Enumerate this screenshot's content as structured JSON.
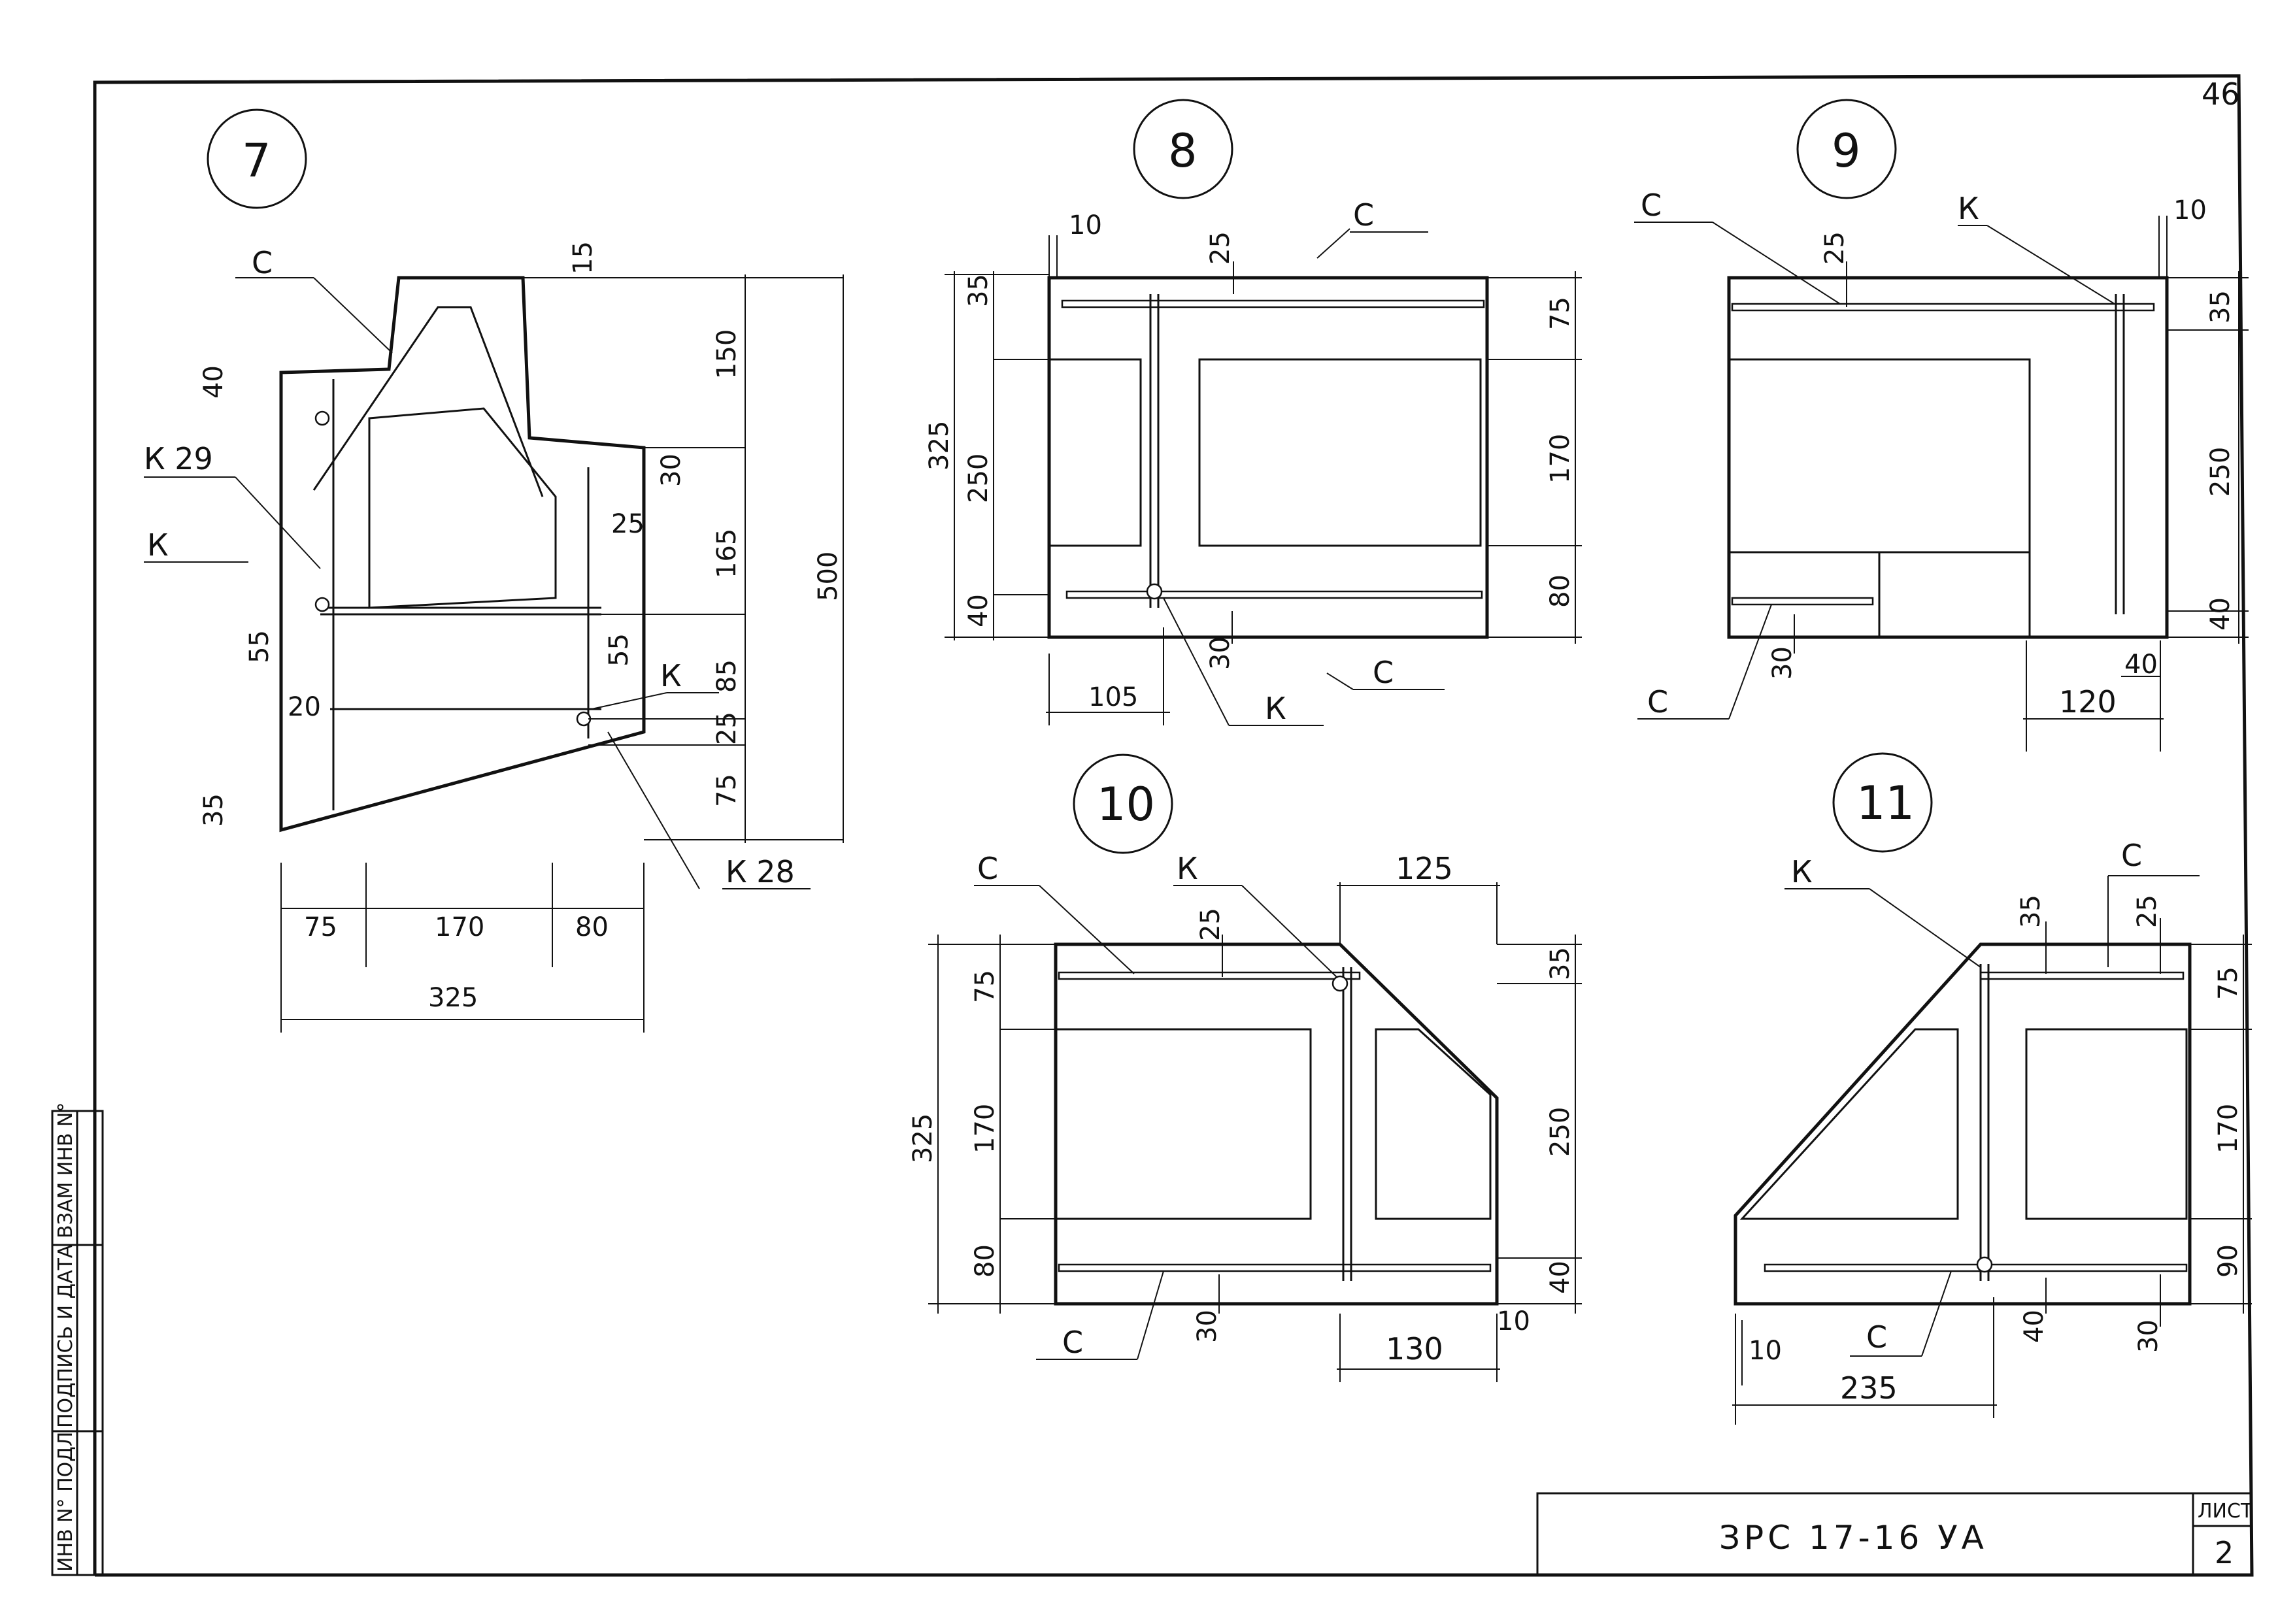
{
  "sheet": {
    "page_number": "46",
    "doc_code": "ЗРС 17-16 УА",
    "sheet_label": "ЛИСТ",
    "sheet_number": "2",
    "stamp": [
      "ИНВ N° ПОДЛ",
      "ПОДПИСЬ И ДАТА",
      "ВЗАМ ИНВ N°"
    ]
  },
  "details": [
    {
      "id": "7",
      "labels": [
        "С",
        "К 29",
        "К",
        "К",
        "К 28"
      ],
      "dims": [
        "15",
        "40",
        "150",
        "30",
        "25",
        "165",
        "500",
        "85",
        "25",
        "75",
        "20",
        "35",
        "55",
        "55",
        "75",
        "170",
        "80",
        "325"
      ]
    },
    {
      "id": "8",
      "labels": [
        "С",
        "К",
        "С"
      ],
      "dims": [
        "10",
        "25",
        "35",
        "325",
        "250",
        "40",
        "75",
        "170",
        "80",
        "105",
        "30"
      ]
    },
    {
      "id": "9",
      "labels": [
        "С",
        "К",
        "С"
      ],
      "dims": [
        "10",
        "25",
        "35",
        "250",
        "40",
        "40",
        "30",
        "120"
      ]
    },
    {
      "id": "10",
      "labels": [
        "С",
        "К",
        "С"
      ],
      "dims": [
        "125",
        "25",
        "75",
        "325",
        "170",
        "80",
        "35",
        "250",
        "40",
        "30",
        "130",
        "10"
      ]
    },
    {
      "id": "11",
      "labels": [
        "К",
        "С",
        "С"
      ],
      "dims": [
        "35",
        "25",
        "75",
        "170",
        "90",
        "10",
        "40",
        "30",
        "235"
      ]
    }
  ]
}
